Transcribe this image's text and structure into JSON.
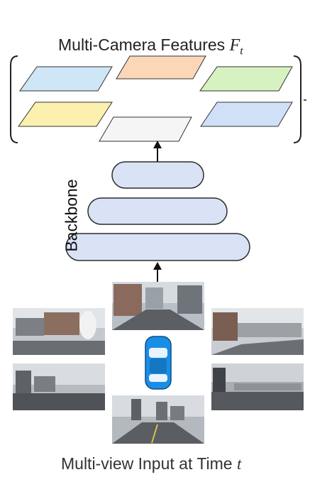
{
  "title": {
    "text": "Multi-Camera Features ",
    "var": "F",
    "sub": "t"
  },
  "backbone_label": "Backbone",
  "caption": {
    "text": "Multi-view Input at Time ",
    "var": "t"
  },
  "feature_maps": [
    {
      "name": "feature-map-blue",
      "color": "#cfe6f7"
    },
    {
      "name": "feature-map-orange",
      "color": "#fbd7b8"
    },
    {
      "name": "feature-map-green",
      "color": "#d6f2c0"
    },
    {
      "name": "feature-map-yellow",
      "color": "#fbf0ad"
    },
    {
      "name": "feature-map-gray",
      "color": "#f5f5f5"
    },
    {
      "name": "feature-map-lightblue",
      "color": "#cfe0f7"
    }
  ],
  "backbone_blocks": {
    "fill": "#d9e3f5",
    "stroke": "#2c2c2c"
  },
  "camera_views": [
    {
      "name": "camera-front"
    },
    {
      "name": "camera-front-left"
    },
    {
      "name": "camera-front-right"
    },
    {
      "name": "camera-back-left"
    },
    {
      "name": "camera-back-right"
    },
    {
      "name": "camera-back"
    }
  ],
  "car_color": "#1a8ee6"
}
